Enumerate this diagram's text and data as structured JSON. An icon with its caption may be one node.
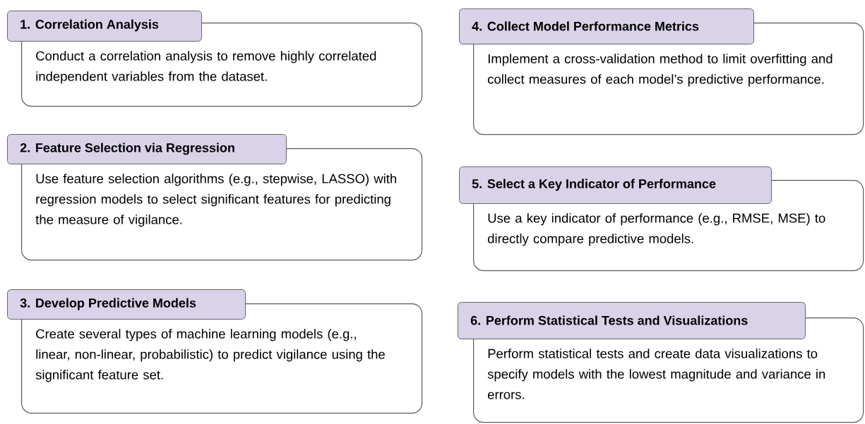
{
  "diagram": {
    "nodes": [
      {
        "text": [
          "1. Correlation Analysis",
          "Conduct a correlation analysis to remove highly correlated independent variables from the dataset."
        ]
      },
      {
        "text": [
          "2. Feature Selection via Regression",
          "Use feature selection algorithms (e.g., stepwise, LASSO) with regression models to select significant features for predicting the measure of vigilance."
        ]
      },
      {
        "text": [
          "3. Develop Predictive Models",
          "Create several types of machine learning models (e.g., linear, non-linear, probabilistic) to predict vigilance using the significant feature set."
        ]
      },
      {
        "text": [
          "4. Collect Model Performance Metrics",
          "Implement a cross-validation method to limit overfitting and collect measures of each model’s predictive performance."
        ]
      },
      {
        "text": [
          "5. Select a Key Indicator of Performance",
          "Use a key indicator of performance (e.g., RMSE, MSE) to directly compare predictive models."
        ]
      },
      {
        "text": [
          "6. Perform Statistical Tests and Visualizations",
          "Perform statistical tests and create data visualizations to specify models with the lowest magnitude and variance in errors."
        ]
      }
    ]
  }
}
